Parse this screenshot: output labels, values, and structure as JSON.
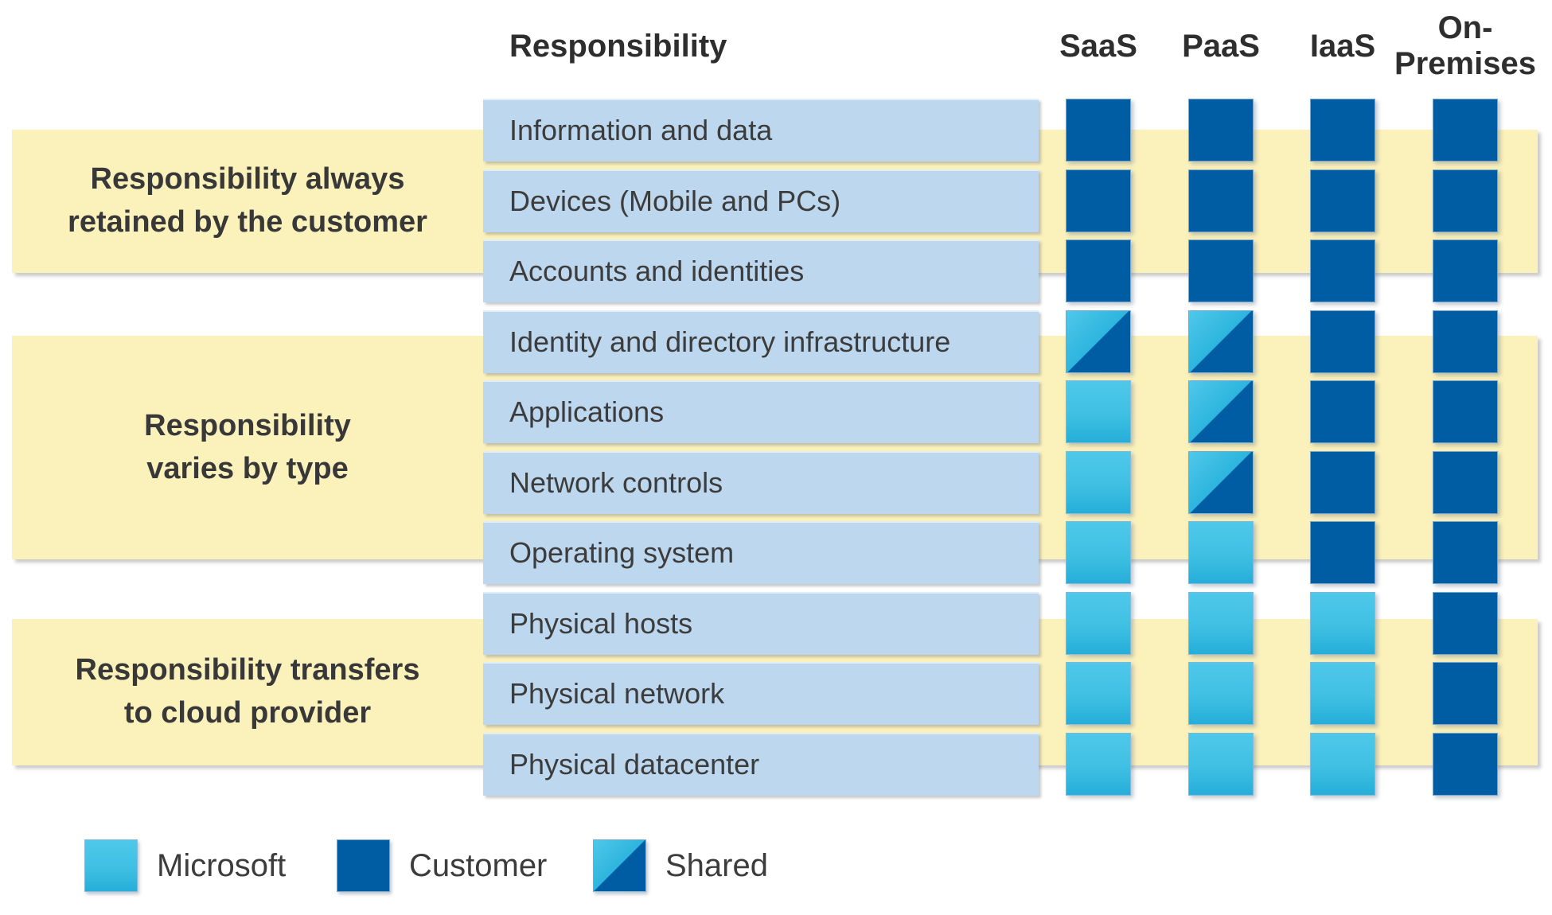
{
  "title_column_header": "Responsibility",
  "service_columns": [
    "SaaS",
    "PaaS",
    "IaaS",
    "On-Premises"
  ],
  "groups": [
    {
      "label": "Responsibility always\nretained by the customer"
    },
    {
      "label": "Responsibility\nvaries by type"
    },
    {
      "label": "Responsibility transfers\nto cloud provider"
    }
  ],
  "rows": [
    {
      "label": "Information and data",
      "cells": [
        "customer",
        "customer",
        "customer",
        "customer"
      ]
    },
    {
      "label": "Devices (Mobile and PCs)",
      "cells": [
        "customer",
        "customer",
        "customer",
        "customer"
      ]
    },
    {
      "label": "Accounts and identities",
      "cells": [
        "customer",
        "customer",
        "customer",
        "customer"
      ]
    },
    {
      "label": "Identity and directory infrastructure",
      "cells": [
        "shared",
        "shared",
        "customer",
        "customer"
      ]
    },
    {
      "label": "Applications",
      "cells": [
        "microsoft",
        "shared",
        "customer",
        "customer"
      ]
    },
    {
      "label": "Network controls",
      "cells": [
        "microsoft",
        "shared",
        "customer",
        "customer"
      ]
    },
    {
      "label": "Operating system",
      "cells": [
        "microsoft",
        "microsoft",
        "customer",
        "customer"
      ]
    },
    {
      "label": "Physical hosts",
      "cells": [
        "microsoft",
        "microsoft",
        "microsoft",
        "customer"
      ]
    },
    {
      "label": "Physical network",
      "cells": [
        "microsoft",
        "microsoft",
        "microsoft",
        "customer"
      ]
    },
    {
      "label": "Physical datacenter",
      "cells": [
        "microsoft",
        "microsoft",
        "microsoft",
        "customer"
      ]
    }
  ],
  "legend": [
    {
      "label": "Microsoft",
      "type": "microsoft"
    },
    {
      "label": "Customer",
      "type": "customer"
    },
    {
      "label": "Shared",
      "type": "shared"
    }
  ],
  "colors": {
    "customer_blue": "#005da4",
    "microsoft_cyan_top": "#4fc8ea",
    "microsoft_cyan_bottom": "#25aed9",
    "row_label_bg": "#bdd7ee",
    "group_band_bg": "#fbf1bb",
    "text_dark": "#3a3a3a"
  }
}
